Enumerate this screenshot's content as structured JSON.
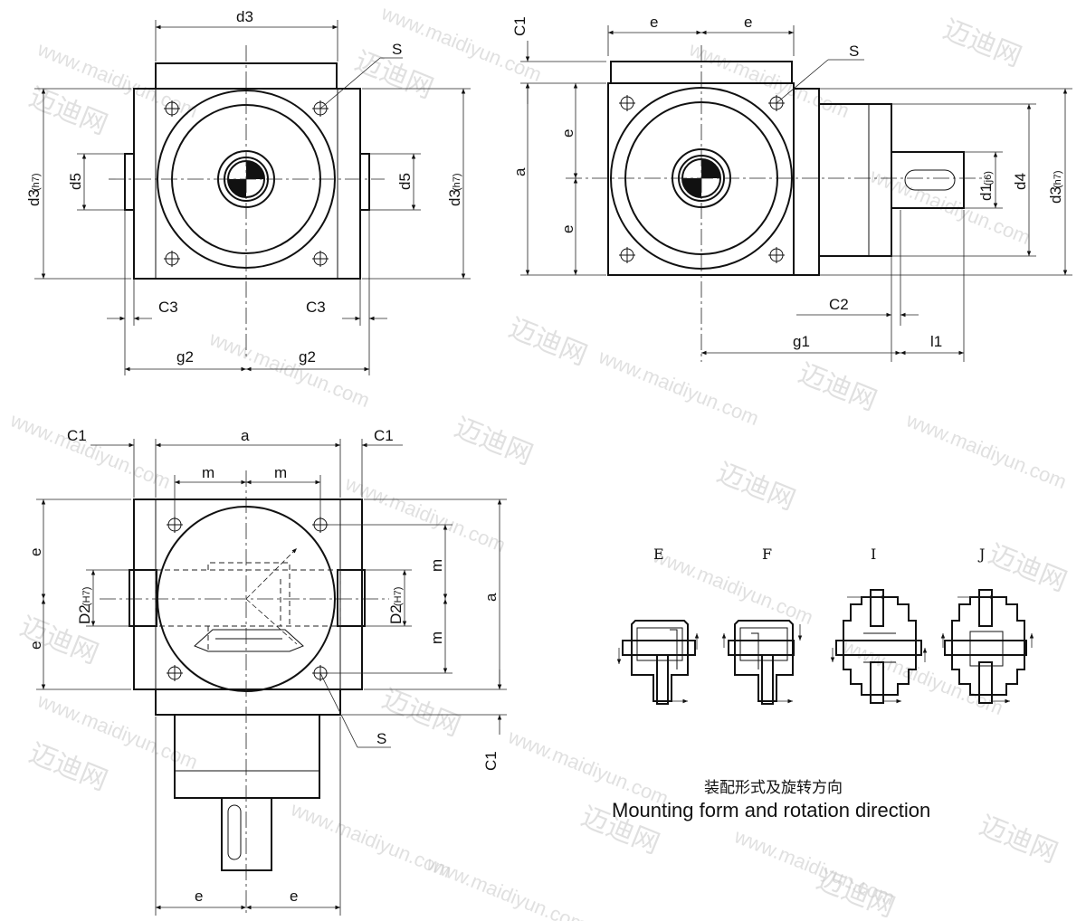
{
  "watermark": {
    "text_url": "www.maidiyun.com",
    "text_cn": "迈迪网"
  },
  "front_view": {
    "d3": "d3",
    "d3_h7": "d3",
    "h7": "(h7)",
    "d5": "d5",
    "c3": "C3",
    "g2": "g2",
    "s": "S"
  },
  "side_view": {
    "c1": "C1",
    "e": "e",
    "a": "a",
    "s": "S",
    "d1": "d1",
    "j6": "(j6)",
    "d4": "d4",
    "d3": "d3",
    "h7": "(h7)",
    "c2": "C2",
    "g1": "g1",
    "l1": "l1"
  },
  "bottom_view": {
    "c1": "C1",
    "a": "a",
    "m": "m",
    "e": "e",
    "d2": "D2",
    "h7": "(H7)",
    "s": "S"
  },
  "mounting": {
    "forms": [
      "E",
      "F",
      "I",
      "J"
    ],
    "caption_cn": "装配形式及旋转方向",
    "caption_en": "Mounting form and rotation direction"
  }
}
